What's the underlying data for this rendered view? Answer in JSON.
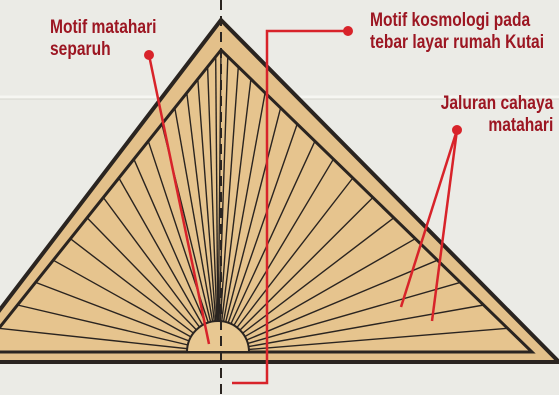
{
  "colors": {
    "background": "#ebebe6",
    "gable_fill": "#e3c08a",
    "outline": "#2a2420",
    "callout": "#d8232a",
    "label_text": "#9c1622"
  },
  "labels": {
    "half_sun_motif": [
      "Motif matahari",
      "separuh"
    ],
    "cosmology_motif": [
      "Motif kosmologi pada",
      "tebar layar rumah Kutai"
    ],
    "sun_rays": [
      "Jaluran cahaya",
      "matahari"
    ]
  }
}
